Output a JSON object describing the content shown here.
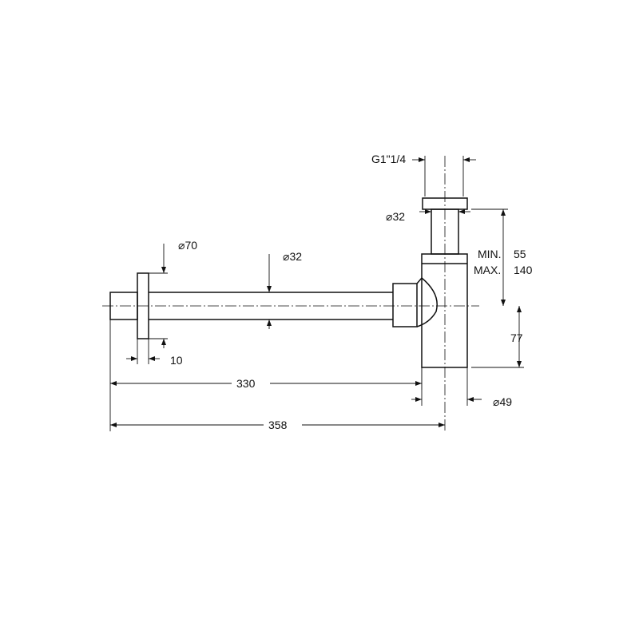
{
  "dimensions": {
    "waste_thread": {
      "prefix": "G",
      "value": "1\"1/4"
    },
    "inlet_diameter": {
      "symbol": "⌀",
      "value": "32"
    },
    "flange_diameter": {
      "symbol": "⌀",
      "value": "70"
    },
    "pipe_diameter": {
      "symbol": "⌀",
      "value": "32"
    },
    "adjustment_min": {
      "label": "MIN.",
      "value": "55"
    },
    "adjustment_max": {
      "label": "MAX.",
      "value": "140"
    },
    "trap_height": {
      "value": "77"
    },
    "flange_thickness": {
      "value": "10"
    },
    "pipe_length": {
      "value": "330"
    },
    "overall_length": {
      "value": "358"
    },
    "trap_diameter": {
      "symbol": "⌀",
      "value": "49"
    }
  }
}
